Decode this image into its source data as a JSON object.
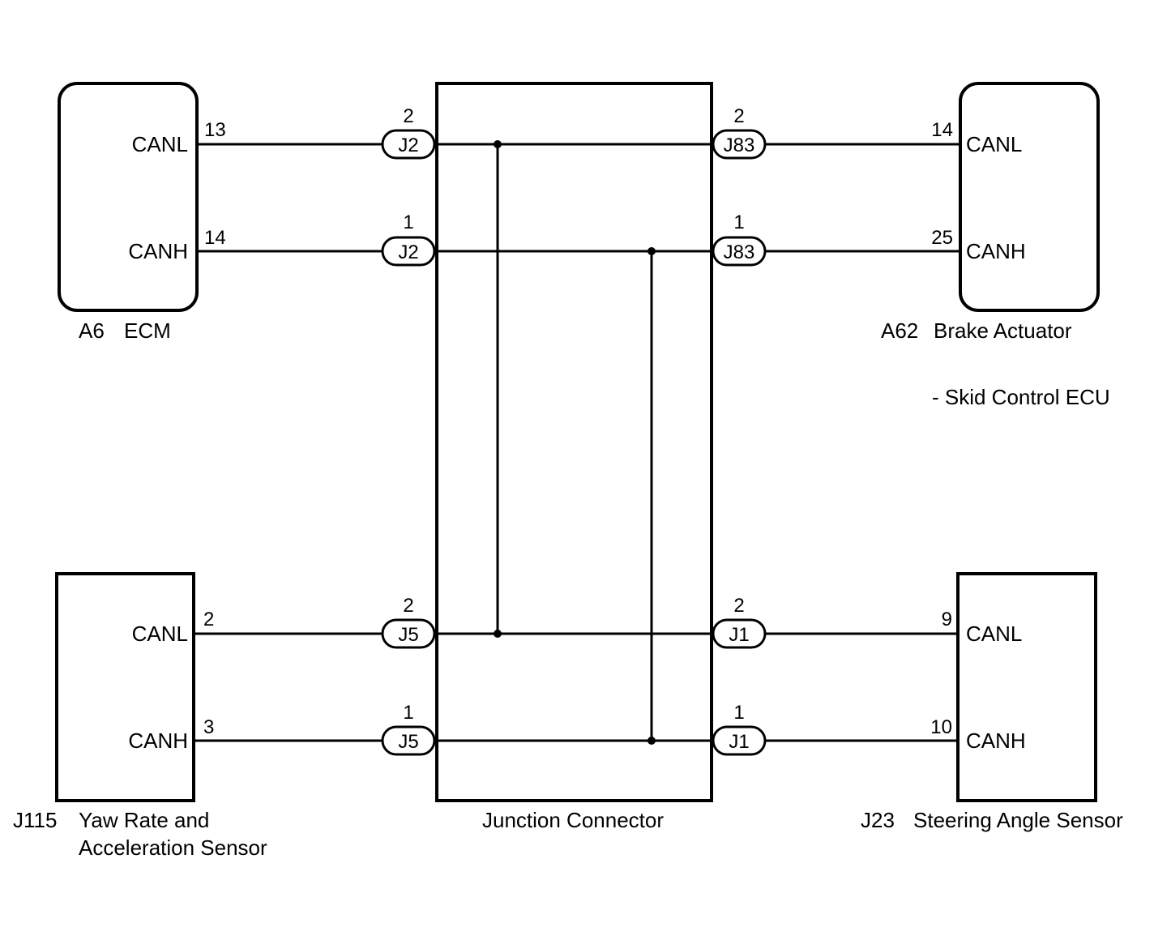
{
  "components": {
    "ecm": {
      "id": "A6",
      "name": "ECM",
      "canl_label": "CANL",
      "canh_label": "CANH",
      "canl_pin": "13",
      "canh_pin": "14"
    },
    "brake": {
      "id": "A62",
      "name": "Brake Actuator",
      "name_line2": "- Skid Control ECU",
      "canl_label": "CANL",
      "canh_label": "CANH",
      "canl_pin": "14",
      "canh_pin": "25"
    },
    "yaw": {
      "id": "J115",
      "name": "Yaw Rate and",
      "name_line2": "Acceleration Sensor",
      "canl_label": "CANL",
      "canh_label": "CANH",
      "canl_pin": "2",
      "canh_pin": "3"
    },
    "steer": {
      "id": "J23",
      "name": "Steering Angle Sensor",
      "canl_label": "CANL",
      "canh_label": "CANH",
      "canl_pin": "9",
      "canh_pin": "10"
    },
    "junction": {
      "name": "Junction Connector"
    }
  },
  "connectors": {
    "j2_low": {
      "label": "J2",
      "pin": "2"
    },
    "j2_high": {
      "label": "J2",
      "pin": "1"
    },
    "j83_low": {
      "label": "J83",
      "pin": "2"
    },
    "j83_high": {
      "label": "J83",
      "pin": "1"
    },
    "j5_low": {
      "label": "J5",
      "pin": "2"
    },
    "j5_high": {
      "label": "J5",
      "pin": "1"
    },
    "j1_low": {
      "label": "J1",
      "pin": "2"
    },
    "j1_high": {
      "label": "J1",
      "pin": "1"
    }
  }
}
